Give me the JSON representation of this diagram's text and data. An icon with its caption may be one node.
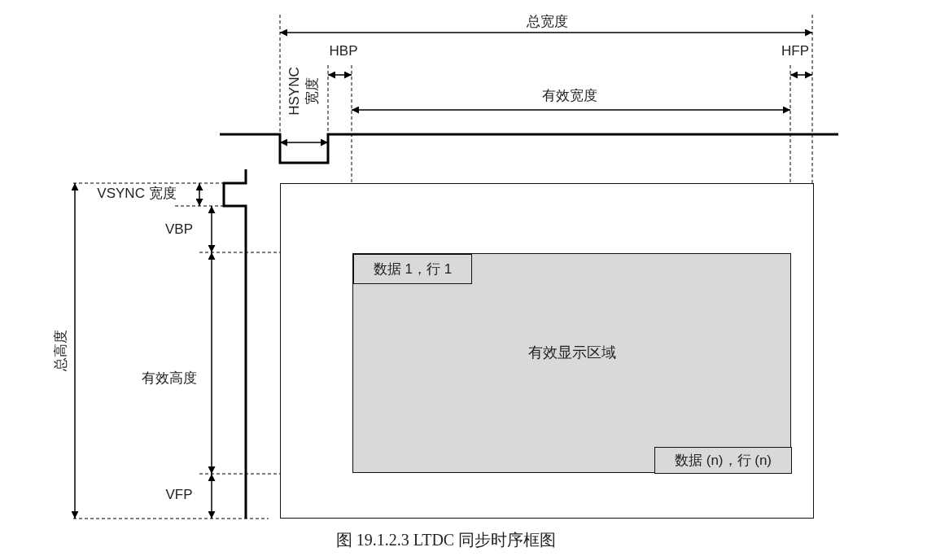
{
  "diagram": {
    "caption": "图 19.1.2.3 LTDC 同步时序框图",
    "nodes": [
      {
        "text": [],
        "shape": "box"
      },
      {
        "text": [
          "有效显示区域"
        ],
        "in": 0
      },
      {
        "text": [
          "数据 1，行 1"
        ],
        "in": 1
      },
      {
        "text": [
          "数据 (n)，行 (n)"
        ],
        "in": 1
      }
    ],
    "labels": [
      "总宽度",
      "HBP",
      "HFP",
      "HSYNC 宽度",
      "有效宽度",
      "VSYNC 宽度",
      "VBP",
      "总高度",
      "有效高度",
      "VFP"
    ]
  }
}
